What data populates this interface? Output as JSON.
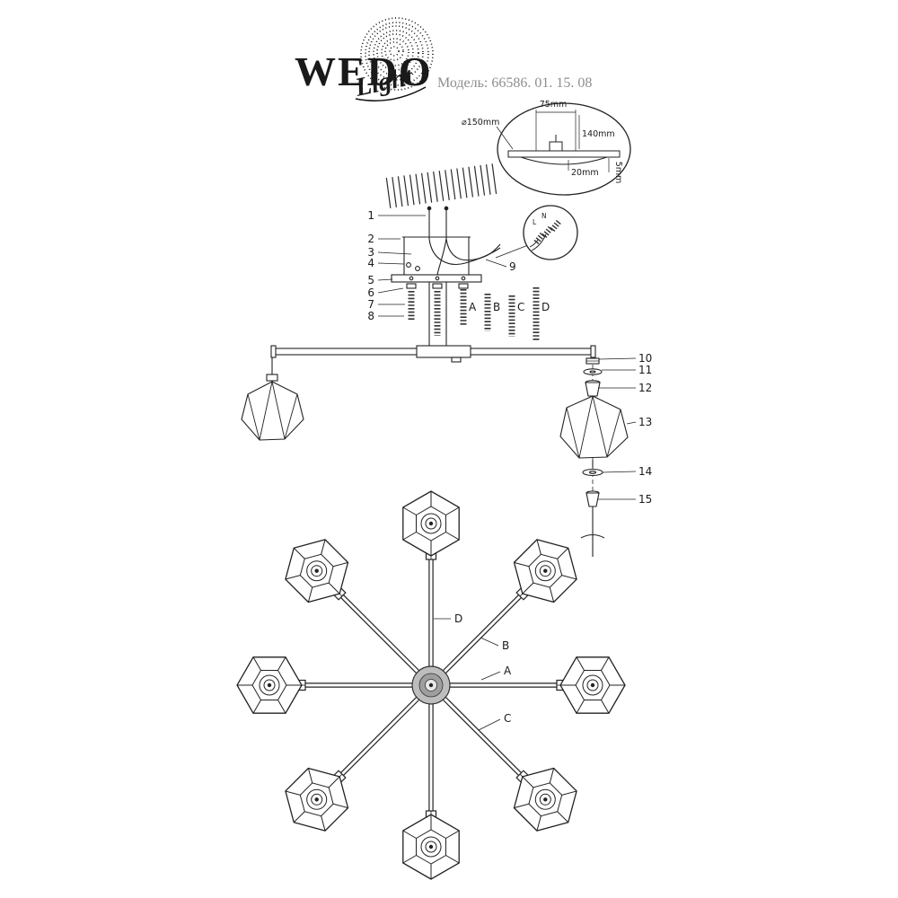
{
  "logo": {
    "brand": "WEDO",
    "script": "Light"
  },
  "model_label": "Модель: 66586. 01. 15. 08",
  "mount_detail": {
    "d75": "75mm",
    "d150": "⌀150mm",
    "d140": "140mm",
    "d20": "20mm",
    "d5": "5mm"
  },
  "wiring_detail": {
    "live": "L",
    "neutral": "N"
  },
  "part_numbers": [
    "1",
    "2",
    "3",
    "4",
    "5",
    "6",
    "7",
    "8",
    "9",
    "10",
    "11",
    "12",
    "13",
    "14",
    "15"
  ],
  "letters": {
    "a": "A",
    "b": "B",
    "c": "C",
    "d": "D"
  }
}
